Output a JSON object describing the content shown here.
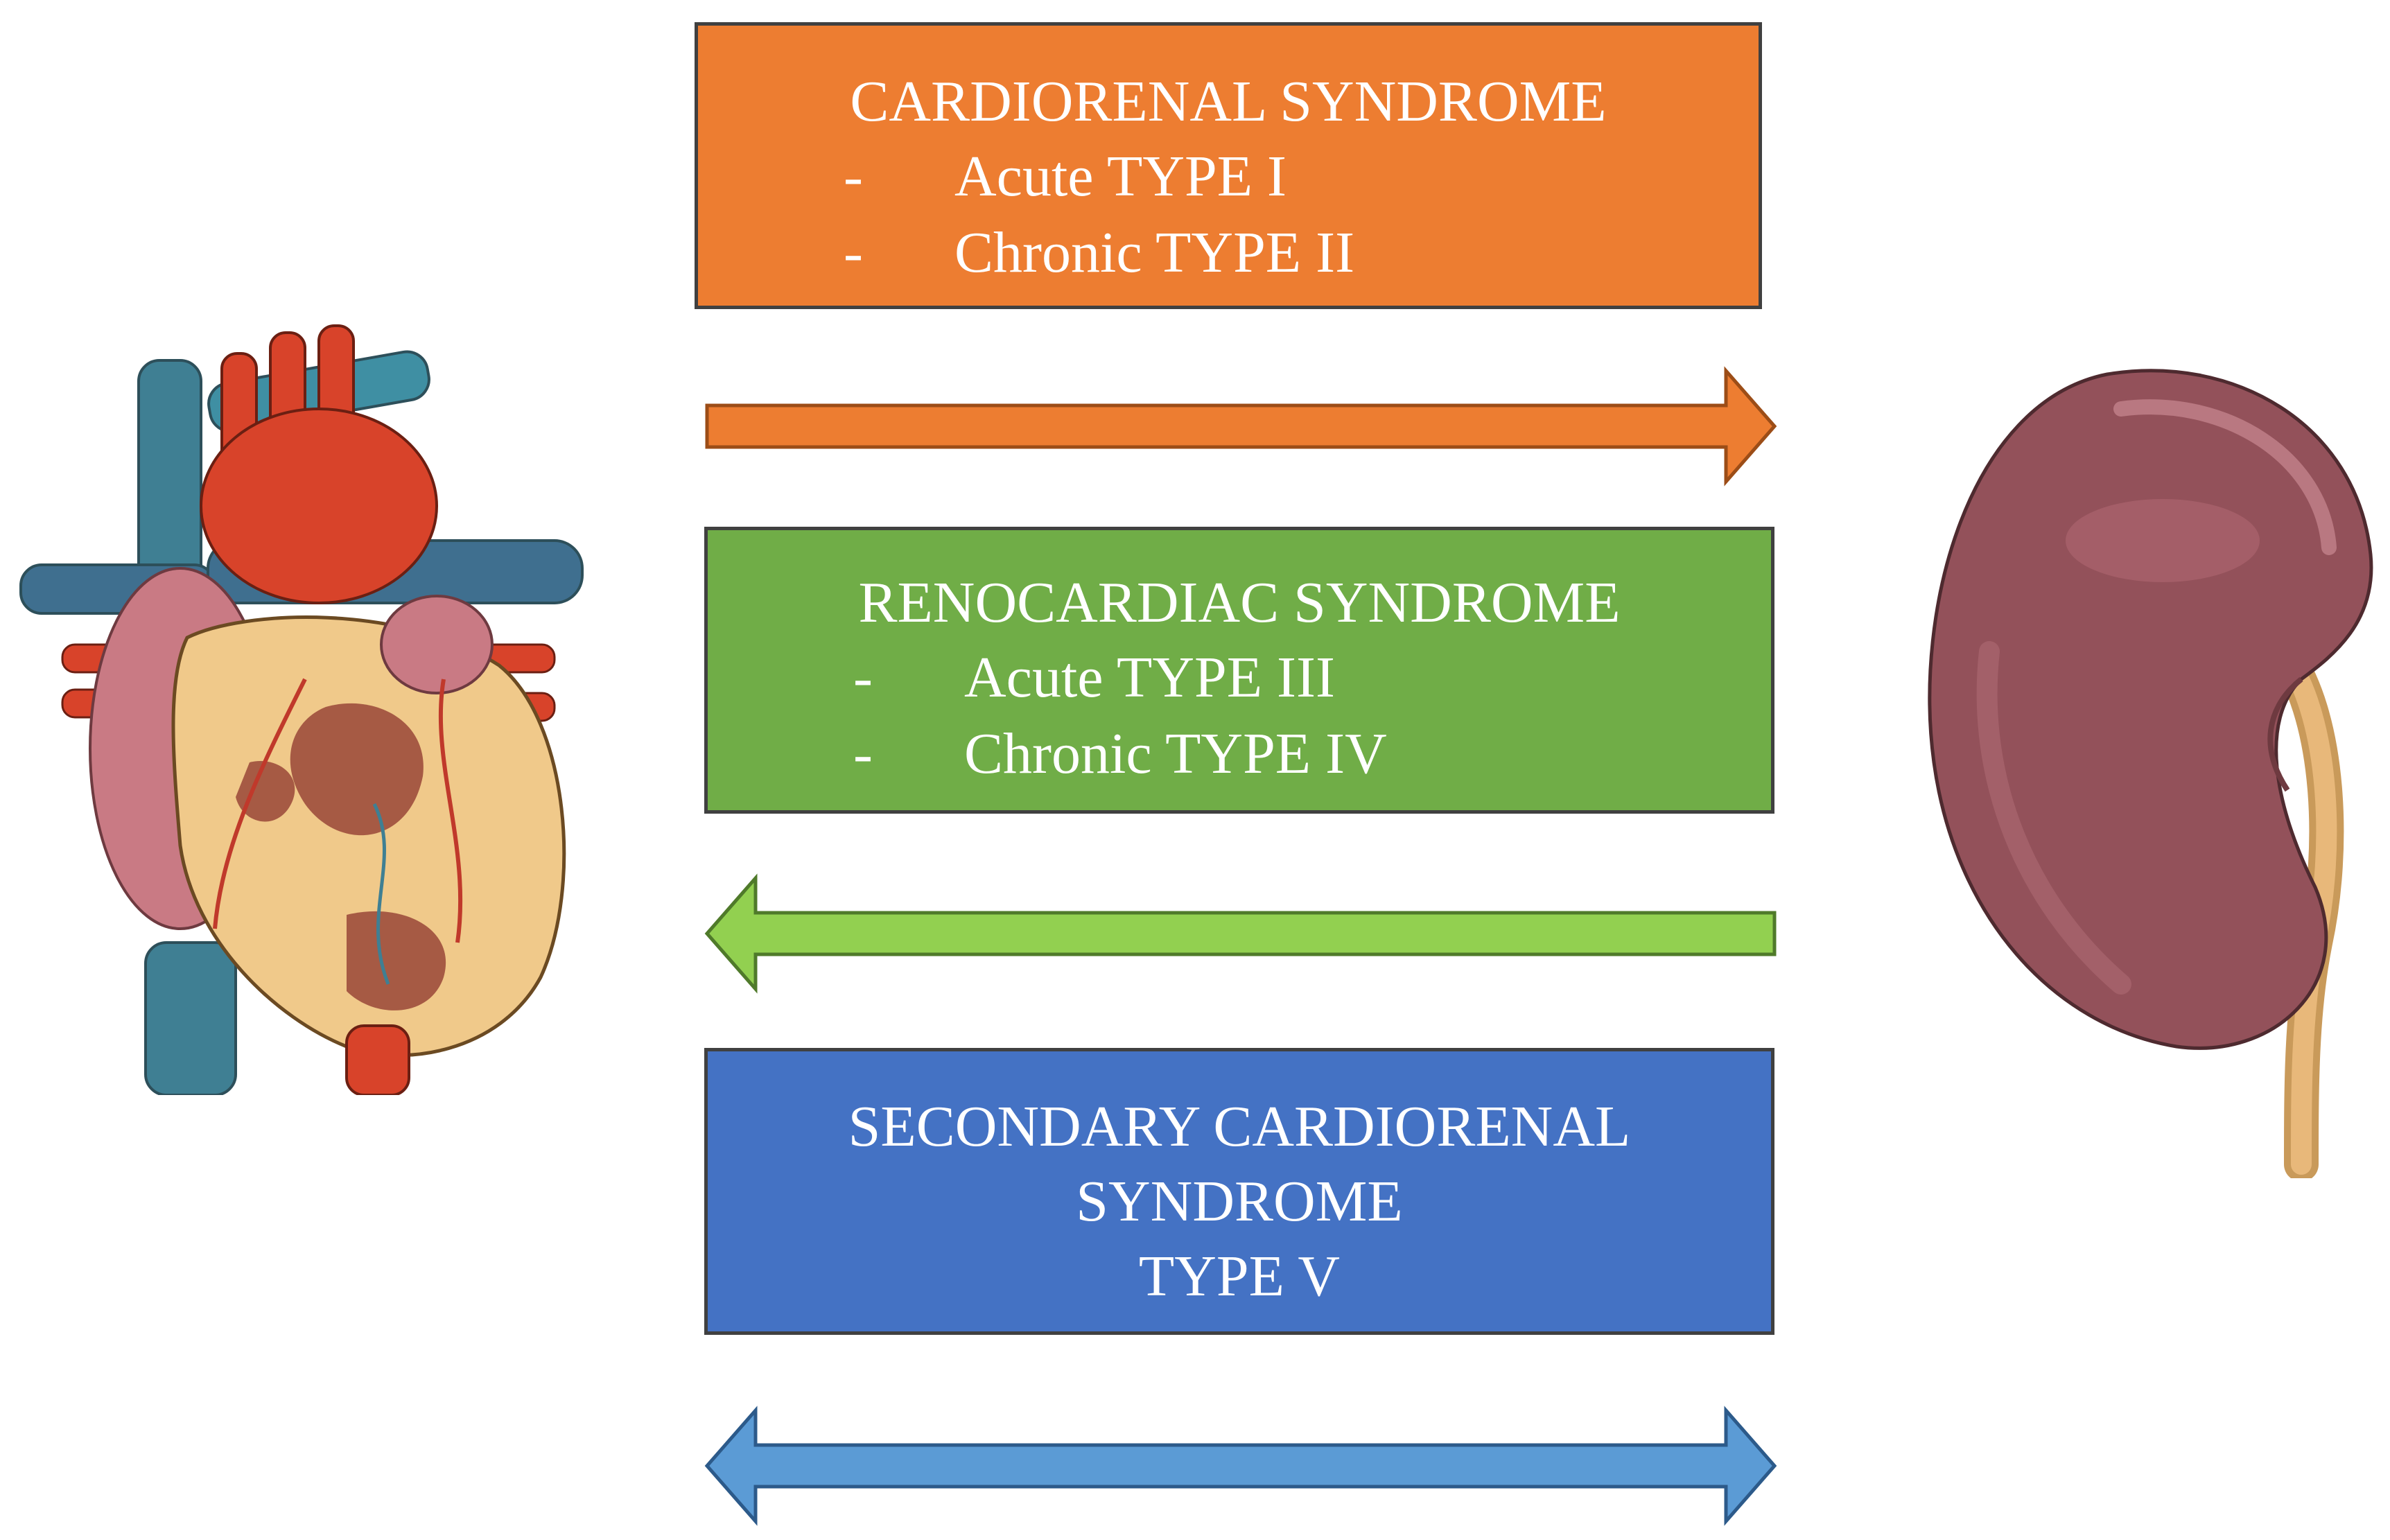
{
  "boxes": {
    "cardiorenal": {
      "title": "CARDIORENAL SYNDROME",
      "items": [
        {
          "dash": "-",
          "label": "Acute TYPE I"
        },
        {
          "dash": "-",
          "label": "Chronic TYPE II"
        }
      ],
      "color": "#ED7D31"
    },
    "renocardiac": {
      "title": "RENOCARDIAC SYNDROME",
      "items": [
        {
          "dash": "-",
          "label": "Acute TYPE III"
        },
        {
          "dash": "-",
          "label": "Chronic TYPE IV"
        }
      ],
      "color": "#70AD47"
    },
    "secondary": {
      "lines": [
        "SECONDARY CARDIORENAL",
        "SYNDROME",
        "TYPE V"
      ],
      "color": "#4472C4"
    }
  },
  "arrows": {
    "heart_to_kidney": {
      "direction": "right",
      "color": "#ED7D31"
    },
    "kidney_to_heart": {
      "direction": "left",
      "color": "#92D050"
    },
    "bidirectional": {
      "direction": "both",
      "color": "#5B9BD5"
    }
  },
  "organs": {
    "left": {
      "icon": "heart-icon"
    },
    "right": {
      "icon": "kidney-icon"
    }
  }
}
